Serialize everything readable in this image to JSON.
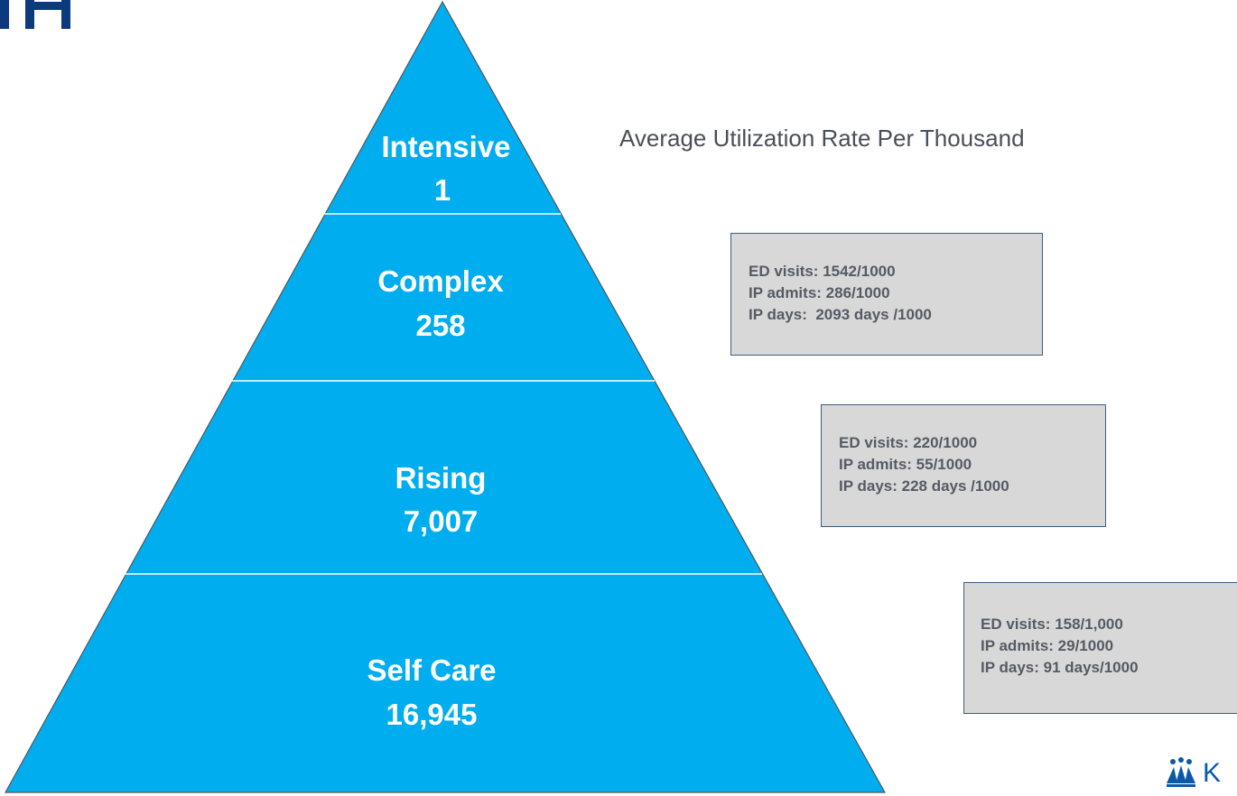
{
  "heading": "Average Utilization Rate Per Thousand",
  "colors": {
    "pyramid_fill": "#00aeef",
    "pyramid_outline": "#555555",
    "divider": "#ffffff",
    "box_fill": "#d8d8d8",
    "box_border": "#3f5d7d",
    "corner_logo": "#0b3a7e",
    "brand_logo": "#0a5aa8"
  },
  "pyramid": {
    "tiers": [
      {
        "name": "Intensive",
        "count": "1"
      },
      {
        "name": "Complex",
        "count": "258"
      },
      {
        "name": "Rising",
        "count": "7,007"
      },
      {
        "name": "Self Care",
        "count": "16,945"
      }
    ]
  },
  "stat_boxes": {
    "complex": {
      "lines": [
        "ED visits: 1542/1000",
        "IP admits: 286/1000",
        "IP days:  2093 days /1000"
      ]
    },
    "rising": {
      "lines": [
        "ED visits: 220/1000",
        "IP admits: 55/1000",
        "IP days: 228 days /1000"
      ]
    },
    "self_care": {
      "lines": [
        "ED visits: 158/1,000",
        "IP admits: 29/1000",
        "IP days: 91 days/1000"
      ]
    }
  },
  "brand_logo": {
    "icon": "kaiser-people-icon",
    "text": "K"
  }
}
